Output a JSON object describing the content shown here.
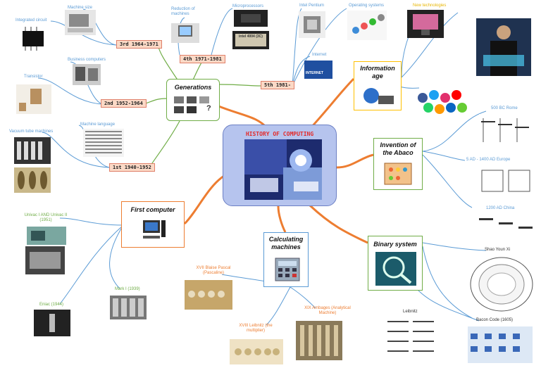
{
  "central": {
    "title": "HISTORY OF COMPUTING"
  },
  "nodes": {
    "generations": "Generations",
    "information_age": "Information age",
    "invention_abaco": "Invention of the Abaco",
    "binary_system": "Binary system",
    "calculating_machines": "Calculating machines",
    "first_computer": "First computer"
  },
  "generation_tags": {
    "first": "1st 1940-1952",
    "second": "2nd 1952-1964",
    "third": "3rd 1964-1971",
    "fourth": "4th 1971-1981",
    "fifth": "5th 1981-"
  },
  "labels": {
    "machine_size": "Machine size",
    "integrated_circuit": "Integrated circuit",
    "business_computers": "Business computers",
    "transistor": "Transistor",
    "machine_language": "Machine language",
    "vacuum_tube": "Vacuum tube machines",
    "reduction_of_machines": "Reduction of machines",
    "microprocessors": "Microprocessors",
    "intel_pentium": "Intel Pentium",
    "operating_systems": "Operating systems",
    "internet": "Internet",
    "new_technologies": "New technologies",
    "rome": "500 BC Rome",
    "europe": "5 AD - 1400 AD Europe",
    "china": "1200 AD China",
    "shao_youn_xi": "Shao Youn Xi",
    "leibnitz": "Leibnitz",
    "bacon_code": "Bacon Code (1605)",
    "pascal": "XVII Blaise Pascal (Pascaline)",
    "babbage": "XIX Ambages (Analytical Machine)",
    "leibnitz_multiplier": "XVIII Leibnitz (the multiplier)",
    "univac": "Univac I AND Univac II (1951)",
    "mark": "Mark I (1939)",
    "eniac": "Eniac (1944)"
  },
  "image_text": {
    "intel_chip": "intel 4004 (3C)",
    "internet_logo": "INTERNET",
    "quiz_mark": "?"
  },
  "colors": {
    "branch": "#ed7d31",
    "leaf_blue": "#5b9bd5",
    "leaf_green": "#70ad47",
    "central_fill": "#b6c4ee",
    "tag_fill": "#fbd9c6"
  }
}
